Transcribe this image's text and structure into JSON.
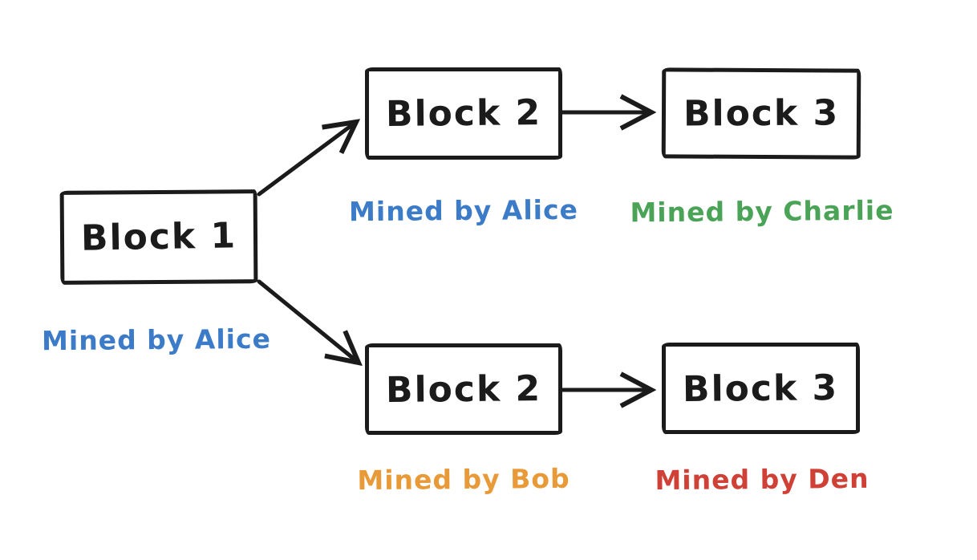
{
  "diagram": {
    "description": "Blockchain fork diagram, hand-drawn style",
    "colors": {
      "ink": "#1b1b1b",
      "blue": "#3b7bc8",
      "green": "#4aa356",
      "orange": "#e89a38",
      "red": "#cf4036"
    },
    "blocks": {
      "block1": {
        "label": "Block 1",
        "miner": "Mined by Alice"
      },
      "top_block2": {
        "label": "Block 2",
        "miner": "Mined by Alice"
      },
      "top_block3": {
        "label": "Block 3",
        "miner": "Mined by Charlie"
      },
      "bottom_block2": {
        "label": "Block 2",
        "miner": "Mined by Bob"
      },
      "bottom_block3": {
        "label": "Block 3",
        "miner": "Mined by Den"
      }
    },
    "edges": [
      {
        "from": "block1",
        "to": "top_block2"
      },
      {
        "from": "block1",
        "to": "bottom_block2"
      },
      {
        "from": "top_block2",
        "to": "top_block3"
      },
      {
        "from": "bottom_block2",
        "to": "bottom_block3"
      }
    ]
  }
}
